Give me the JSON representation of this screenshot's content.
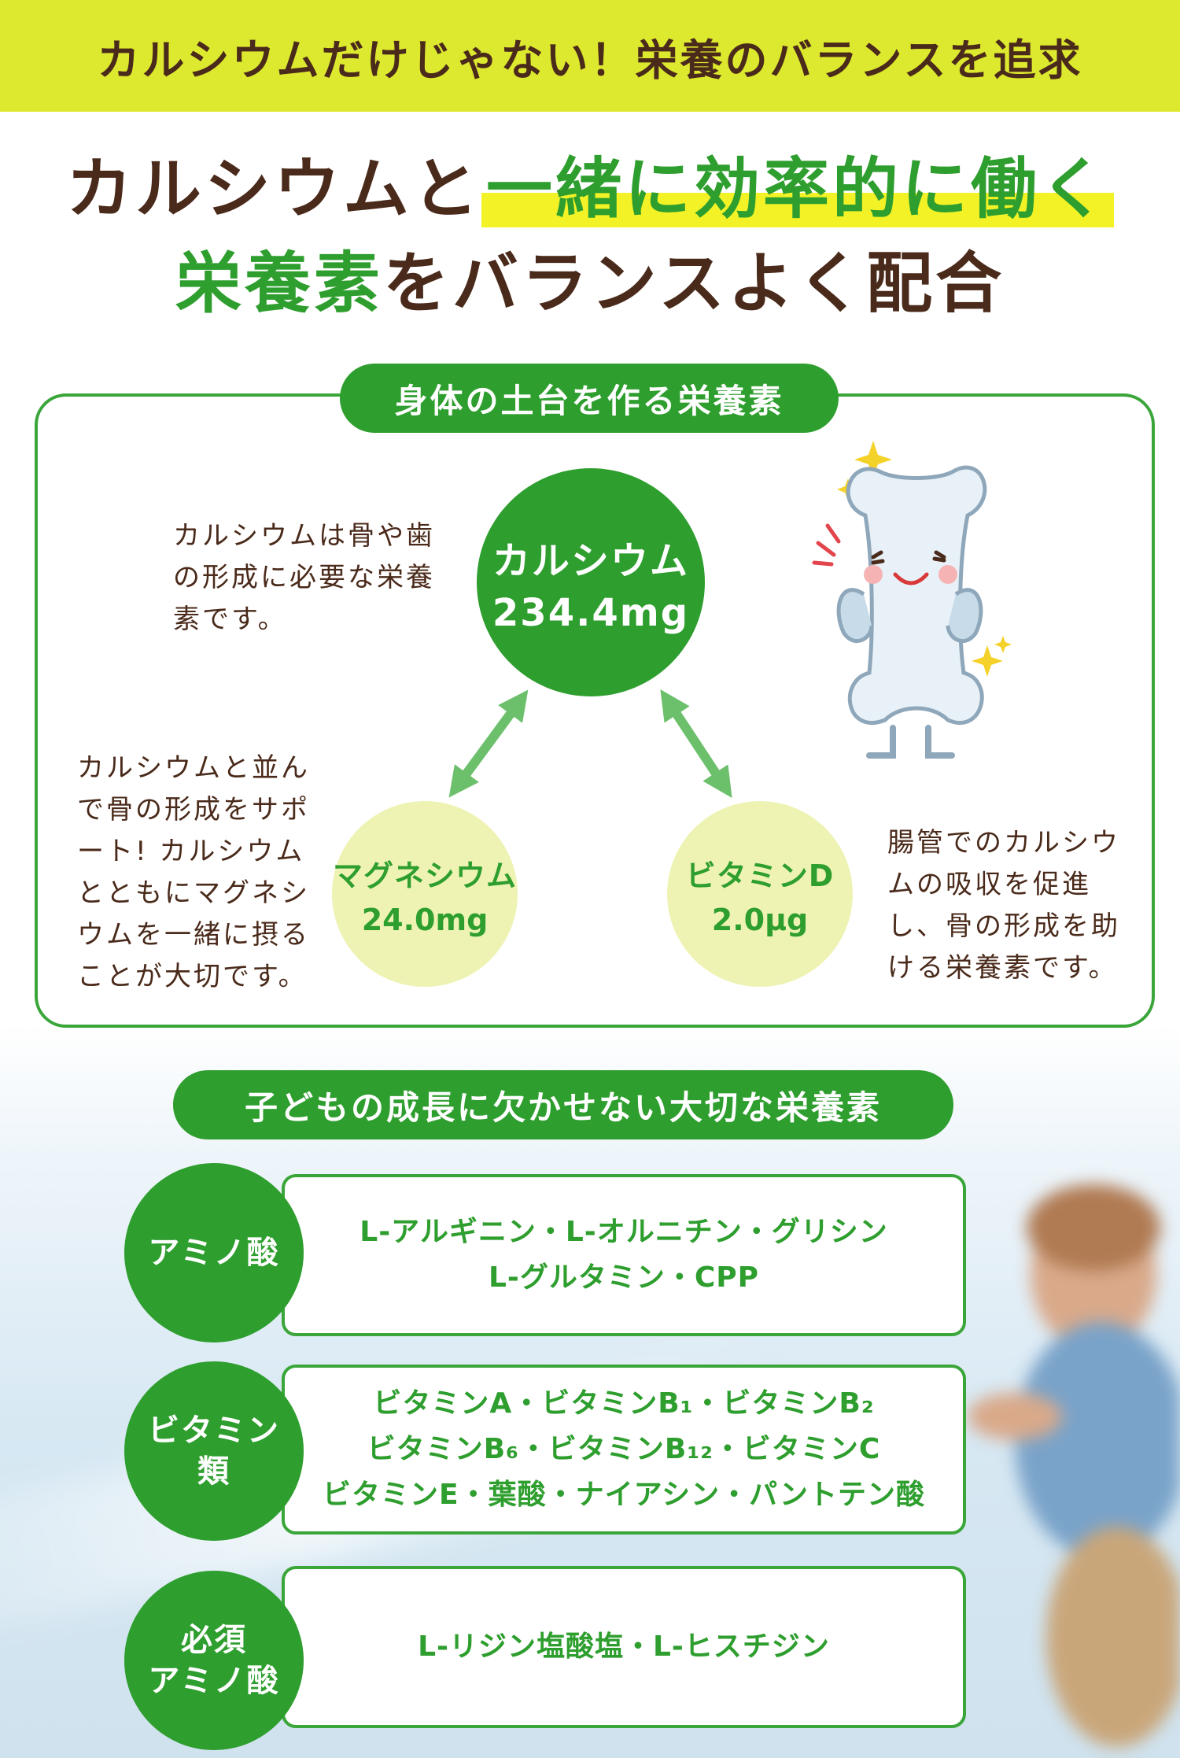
{
  "banner": {
    "text": "カルシウムだけじゃない！栄養のバランスを追求"
  },
  "headline": {
    "line1_a": "カルシウムと",
    "line1_b": "一緒に効率的に働く",
    "line2_a": "栄養素",
    "line2_b": "をバランスよく配合"
  },
  "foundation": {
    "title": "身体の土台を作る栄養素",
    "calcium": {
      "name": "カルシウム",
      "value": "234.4mg",
      "desc": "カルシウムは骨や歯の形成に必要な栄養素です。"
    },
    "magnesium": {
      "name": "マグネシウム",
      "value": "24.0mg",
      "desc": "カルシウムと並んで骨の形成をサポート! カルシウムとともにマグネシウムを一緒に摂ることが大切です。"
    },
    "vitamin_d": {
      "name": "ビタミンD",
      "value": "2.0μg",
      "desc": "腸管でのカルシウムの吸収を促進し、骨の形成を助ける栄養素です。"
    }
  },
  "growth": {
    "title": "子どもの成長に欠かせない大切な栄養素",
    "rows": [
      {
        "category": [
          "アミノ酸"
        ],
        "lines": [
          "L-アルギニン・L-オルニチン・グリシン",
          "L-グルタミン・CPP"
        ]
      },
      {
        "category": [
          "ビタミン",
          "類"
        ],
        "lines": [
          "ビタミンA・ビタミンB₁・ビタミンB₂",
          "ビタミンB₆・ビタミンB₁₂・ビタミンC",
          "ビタミンE・葉酸・ナイアシン・パントテン酸"
        ]
      },
      {
        "category": [
          "必須",
          "アミノ酸"
        ],
        "lines": [
          "L-リジン塩酸塩・L-ヒスチジン"
        ]
      }
    ]
  },
  "colors": {
    "green": "#2e9e2e",
    "lime": "#dde92e",
    "brown": "#4a2a1a",
    "pale_yellow": "#eef3b4",
    "highlight": "#f2f226"
  }
}
